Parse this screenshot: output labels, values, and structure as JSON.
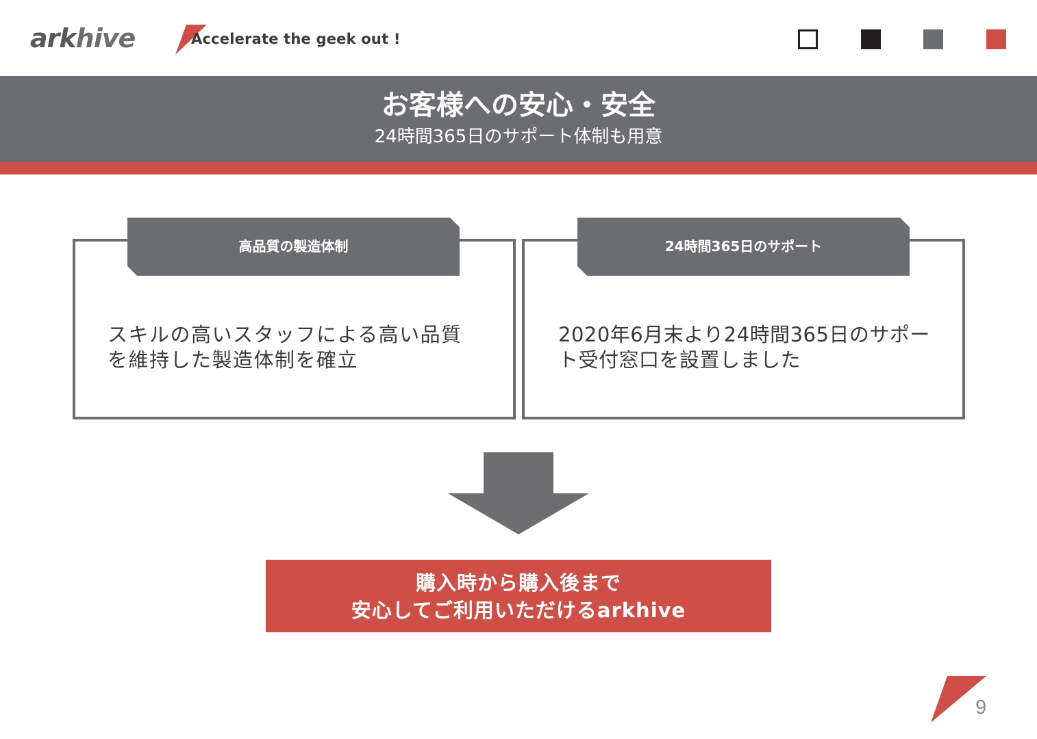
{
  "header": {
    "logo": {
      "part1": "ark",
      "part2": "hive",
      "icon": "red-flag-icon"
    },
    "tagline": "Accelerate the geek out !",
    "swatches": [
      {
        "name": "white",
        "color": "#ffffff",
        "border": "#231f20"
      },
      {
        "name": "black",
        "color": "#231f20"
      },
      {
        "name": "gray",
        "color": "#6c6d70"
      },
      {
        "name": "red",
        "color": "#cd4f47"
      }
    ]
  },
  "slide": {
    "title": "お客様への安心・安全",
    "subtitle": "24時間365日のサポート体制も用意"
  },
  "cards": [
    {
      "heading": "高品質の製造体制",
      "body_line1": "スキルの高いスタッフによる高い品質",
      "body_line2": "を維持した製造体制を確立"
    },
    {
      "heading": "24時間365日のサポート",
      "body_line1": "2020年6月末より24時間365日のサポー",
      "body_line2": "ト受付窓口を設置しました"
    }
  ],
  "arrow": {
    "icon": "down-arrow-icon",
    "color": "#6e6e70"
  },
  "conclusion": {
    "line1": "購入時から購入後まで",
    "line2": "安心してご利用いただけるarkhive"
  },
  "footer": {
    "page_number": "9",
    "icon": "red-flag-icon"
  },
  "colors": {
    "accent_red": "#cd4f47",
    "band_gray": "#6c6d70",
    "text_dark": "#3a3a3c"
  }
}
